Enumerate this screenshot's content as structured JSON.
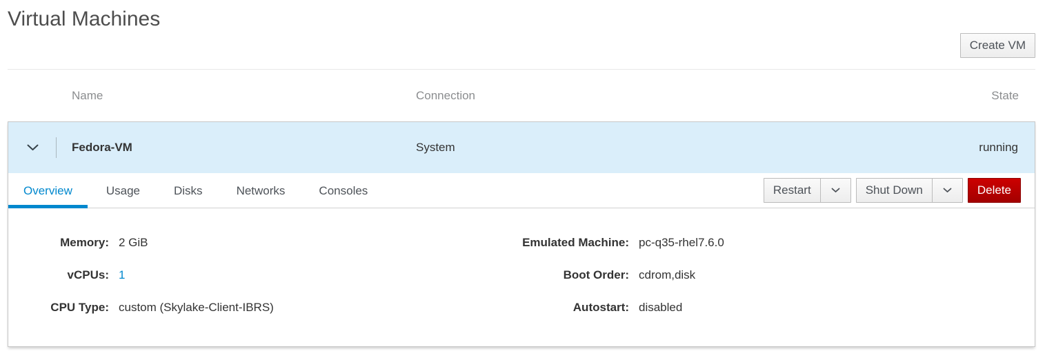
{
  "page": {
    "title": "Virtual Machines"
  },
  "toolbar": {
    "create_vm": "Create VM"
  },
  "table": {
    "headers": {
      "name": "Name",
      "connection": "Connection",
      "state": "State"
    }
  },
  "vm": {
    "name": "Fedora-VM",
    "connection": "System",
    "state": "running"
  },
  "tabs": {
    "active": "Overview",
    "items": [
      {
        "label": "Overview"
      },
      {
        "label": "Usage"
      },
      {
        "label": "Disks"
      },
      {
        "label": "Networks"
      },
      {
        "label": "Consoles"
      }
    ]
  },
  "actions": {
    "restart": "Restart",
    "shut_down": "Shut Down",
    "delete": "Delete"
  },
  "details": {
    "left": [
      {
        "label": "Memory:",
        "value": "2 GiB"
      },
      {
        "label": "vCPUs:",
        "value": "1"
      },
      {
        "label": "CPU Type:",
        "value": "custom (Skylake-Client-IBRS)"
      }
    ],
    "right": [
      {
        "label": "Emulated Machine:",
        "value": "pc-q35-rhel7.6.0"
      },
      {
        "label": "Boot Order:",
        "value": "cdrom,disk"
      },
      {
        "label": "Autostart:",
        "value": "disabled"
      }
    ]
  },
  "icons": {
    "row_expander": "chevron-down-icon",
    "dropdown_caret": "caret-down-icon"
  },
  "colors": {
    "accent": "#0088ce",
    "selected_row_bg": "#daeefa",
    "danger": "#cc0000"
  }
}
